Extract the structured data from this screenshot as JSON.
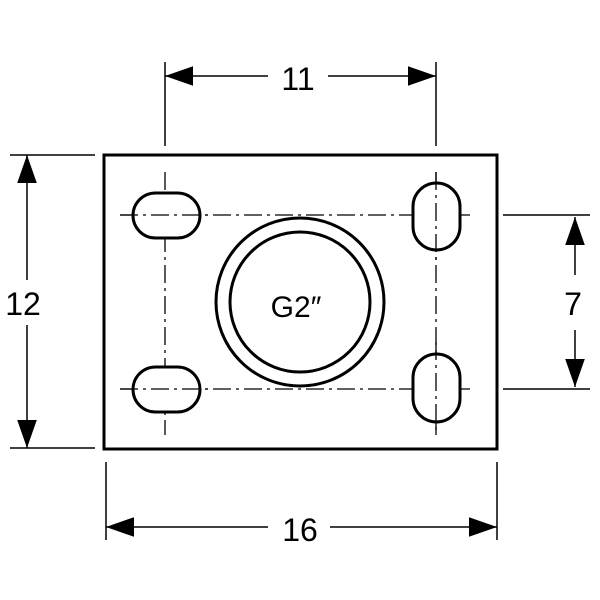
{
  "dimensions": {
    "top_width": "11",
    "left_height": "12",
    "right_height": "7",
    "bottom_width": "16"
  },
  "center_label": "G2″",
  "colors": {
    "line": "#000000",
    "background": "#ffffff"
  }
}
